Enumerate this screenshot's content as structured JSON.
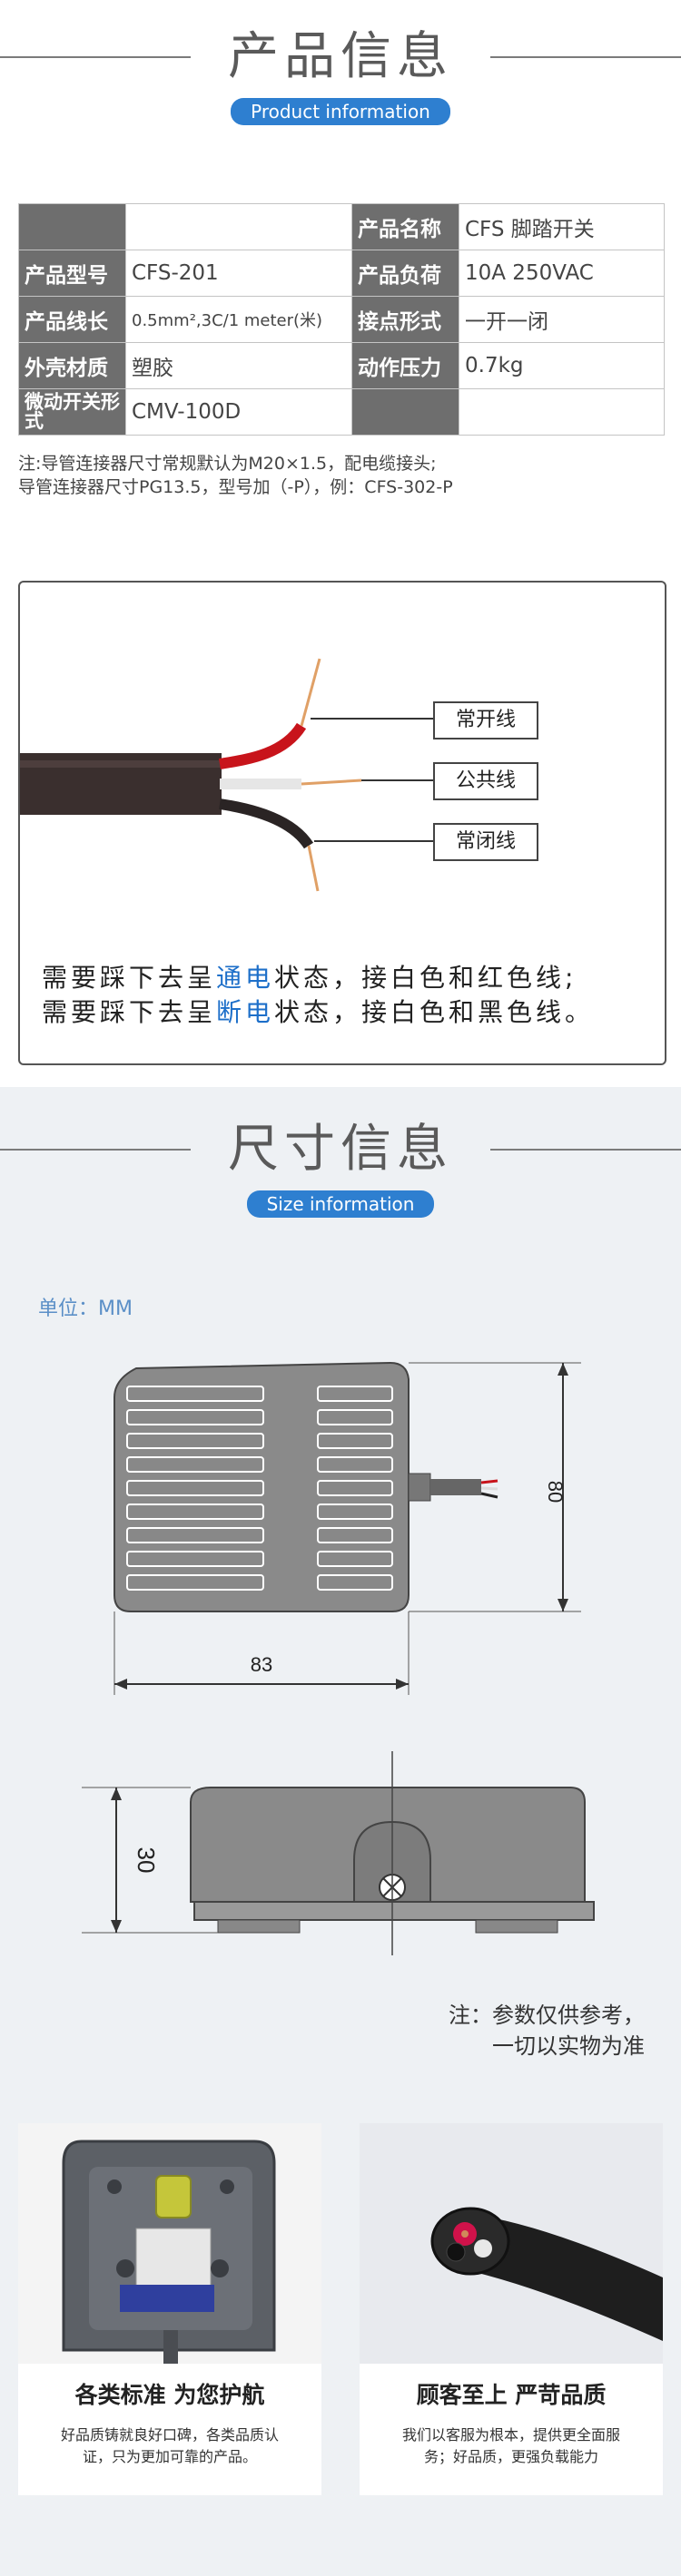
{
  "product_section": {
    "title": "产品信息",
    "subtitle": "Product information"
  },
  "spec_table": {
    "rows": [
      {
        "k1": "",
        "v1": "",
        "k2": "产品名称",
        "v2": "CFS 脚踏开关"
      },
      {
        "k1": "产品型号",
        "v1": "CFS-201",
        "k2": "产品负荷",
        "v2": "10A 250VAC"
      },
      {
        "k1": "产品线长",
        "v1": "0.5mm²,3C/1 meter(米)",
        "k2": "接点形式",
        "v2": "一开一闭"
      },
      {
        "k1": "外壳材质",
        "v1": "塑胶",
        "k2": "动作压力",
        "v2": "0.7kg"
      },
      {
        "k1": "微动开关形式",
        "v1": "CMV-100D",
        "k2": "",
        "v2": ""
      }
    ],
    "note_line1": "注:导管连接器尺寸常规默认为M20×1.5，配电缆接头;",
    "note_line2": "导管连接器尺寸PG13.5，型号加（-P），例：CFS-302-P"
  },
  "wiring": {
    "labels": [
      "常开线",
      "公共线",
      "常闭线"
    ],
    "desc1_pre": "需要踩下去呈",
    "desc1_hl": "通电",
    "desc1_post": "状态，接白色和红色线;",
    "desc2_pre": "需要踩下去呈",
    "desc2_hl": "断电",
    "desc2_post": "状态，接白色和黑色线。",
    "colors": {
      "red": "#c8141b",
      "white": "#f2f2f2",
      "black": "#2a2424",
      "cable": "#3a2f2e",
      "core": "#e0a066"
    }
  },
  "size_section": {
    "title": "尺寸信息",
    "subtitle": "Size information",
    "unit": "单位：MM",
    "dim_width": "83",
    "dim_height": "80",
    "dim_depth": "30",
    "note_line1": "注：参数仅供参考，",
    "note_line2": "一切以实物为准"
  },
  "cards": [
    {
      "title": "各类标准 为您护航",
      "desc": "好品质铸就良好口碑，各类品质认证，只为更加可靠的产品。"
    },
    {
      "title": "顾客至上 严苛品质",
      "desc": "我们以客服为根本，提供更全面服务；好品质，更强负载能力"
    }
  ],
  "accent_color": "#2e7fd0"
}
